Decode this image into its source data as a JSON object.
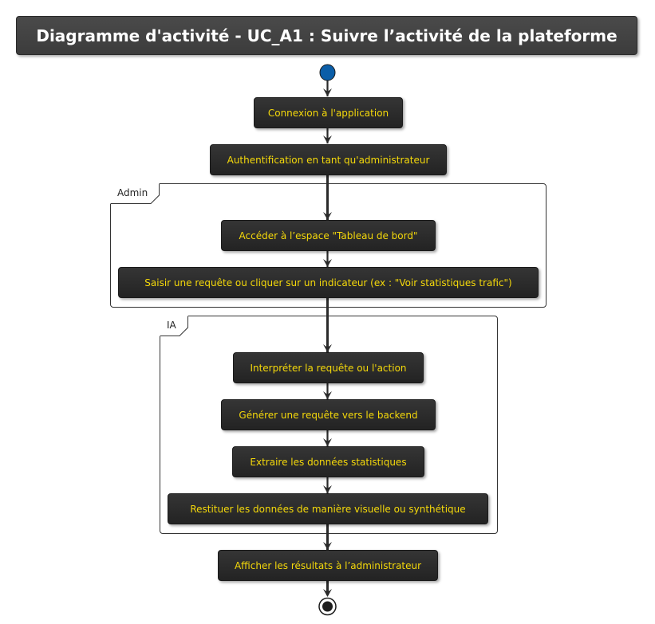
{
  "title": "Diagramme d'activité - UC_A1 : Suivre l’activité de la plateforme",
  "colors": {
    "start_node": "#0b5ea8",
    "action_text": "#f5d90a",
    "action_fill": "#2a2a2a",
    "title_fill": "#444444",
    "edge": "#2b2b2b"
  },
  "actions": {
    "a1": "Connexion à l'application",
    "a2": "Authentification en tant qu'administrateur",
    "a3": "Accéder à l’espace \"Tableau de bord\"",
    "a4": "Saisir une requête ou cliquer sur un indicateur (ex : \"Voir statistiques trafic\")",
    "a5": "Interpréter la requête ou l'action",
    "a6": "Générer une requête vers le backend",
    "a7": "Extraire les données statistiques",
    "a8": "Restituer les données de manière visuelle ou synthétique",
    "a9": "Afficher les résultats à l’administrateur"
  },
  "partitions": {
    "admin": "Admin",
    "ia": "IA"
  }
}
